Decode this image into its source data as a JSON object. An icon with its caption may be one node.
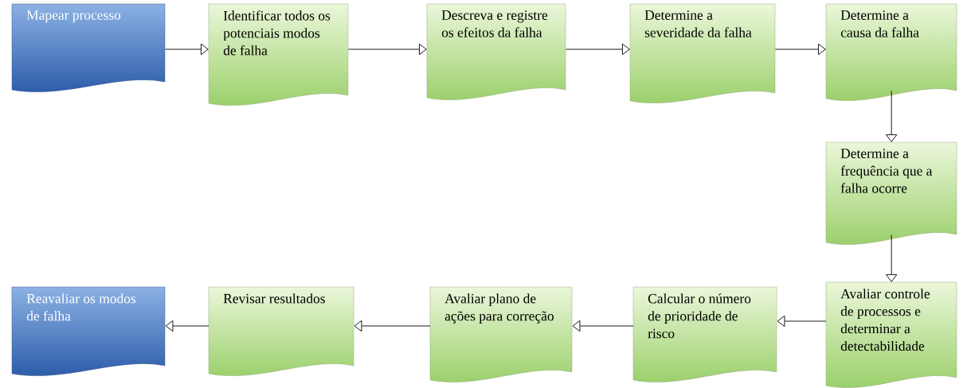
{
  "diagram": {
    "nodes": [
      {
        "text": [
          "Mapear processo"
        ]
      },
      {
        "text": [
          "Identificar todos os potenciais modos de falha"
        ]
      },
      {
        "text": [
          "Descreva e registre os efeitos da falha"
        ]
      },
      {
        "text": [
          "Determine a severidade da falha"
        ]
      },
      {
        "text": [
          "Determine a causa da falha"
        ]
      },
      {
        "text": [
          "Determine a frequência que a falha ocorre"
        ]
      },
      {
        "text": [
          "Avaliar controle de processos e determinar a detectabilidade"
        ]
      },
      {
        "text": [
          "Calcular o número de prioridade de risco"
        ]
      },
      {
        "text": [
          "Avaliar plano de ações para correção"
        ]
      },
      {
        "text": [
          "Revisar resultados"
        ]
      },
      {
        "text": [
          "Reavaliar os modos de falha"
        ]
      }
    ],
    "edges": [
      {
        "from": 0,
        "to": 1,
        "arrow": "to"
      },
      {
        "from": 1,
        "to": 2,
        "arrow": "to"
      },
      {
        "from": 2,
        "to": 3,
        "arrow": "to"
      },
      {
        "from": 3,
        "to": 4,
        "arrow": "to"
      },
      {
        "from": 4,
        "to": 5,
        "arrow": "to"
      },
      {
        "from": 5,
        "to": 6,
        "arrow": "to"
      },
      {
        "from": 6,
        "to": 7,
        "arrow": "to"
      },
      {
        "from": 7,
        "to": 8,
        "arrow": "to"
      },
      {
        "from": 8,
        "to": 9,
        "arrow": "to"
      },
      {
        "from": 9,
        "to": 10,
        "arrow": "to"
      }
    ]
  }
}
